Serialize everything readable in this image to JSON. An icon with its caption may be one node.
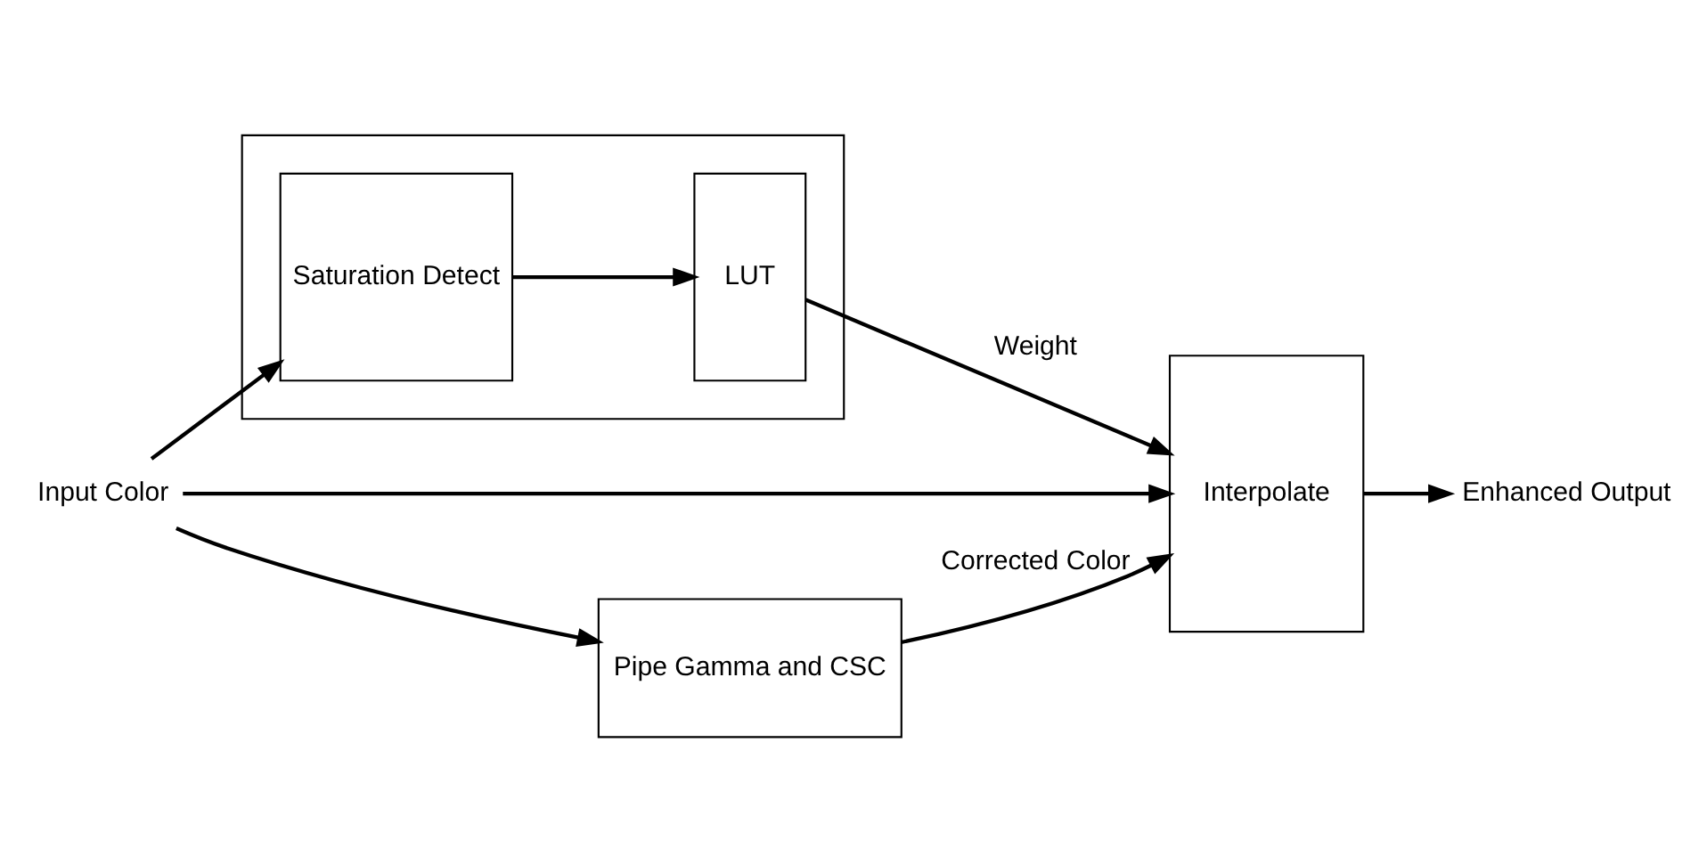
{
  "diagram": {
    "nodes": [
      {
        "text": [],
        "shape": "box"
      },
      {
        "text": [
          "Saturation Detect"
        ],
        "in": 0
      },
      {
        "text": [
          "LUT"
        ],
        "in": 0
      },
      {
        "text": [
          "Interpolate"
        ]
      },
      {
        "text": [
          "Enhanced Output"
        ]
      },
      {
        "text": [
          "Input Color"
        ]
      },
      {
        "text": [
          "Pipe Gamma and CSC"
        ]
      }
    ],
    "edges": [
      {
        "from": 5,
        "to": 1,
        "arrow": "to"
      },
      {
        "from": 5,
        "to": 3,
        "arrow": "to"
      },
      {
        "from": 5,
        "to": 6,
        "arrow": "to"
      },
      {
        "from": 1,
        "to": 2,
        "arrow": "to"
      },
      {
        "from": 2,
        "to": 3,
        "arrow": "to",
        "label": "Weight"
      },
      {
        "from": 6,
        "to": 3,
        "arrow": "to",
        "label": "Corrected Color"
      },
      {
        "from": 3,
        "to": 4,
        "arrow": "to"
      }
    ]
  }
}
